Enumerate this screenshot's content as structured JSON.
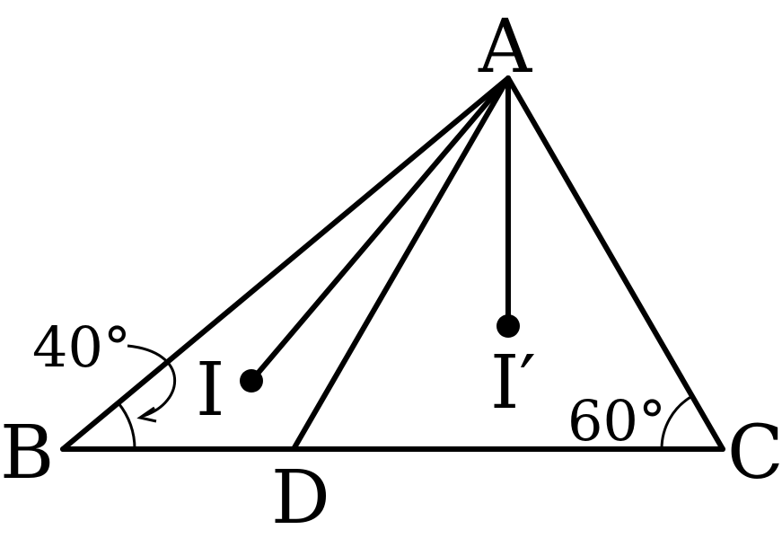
{
  "points": {
    "A": "A",
    "B": "B",
    "C": "C",
    "D": "D",
    "I": "I",
    "I_prime": "I′"
  },
  "angles": {
    "B": "40°",
    "C": "60°"
  },
  "colors": {
    "stroke": "#000000",
    "background": "#ffffff"
  }
}
